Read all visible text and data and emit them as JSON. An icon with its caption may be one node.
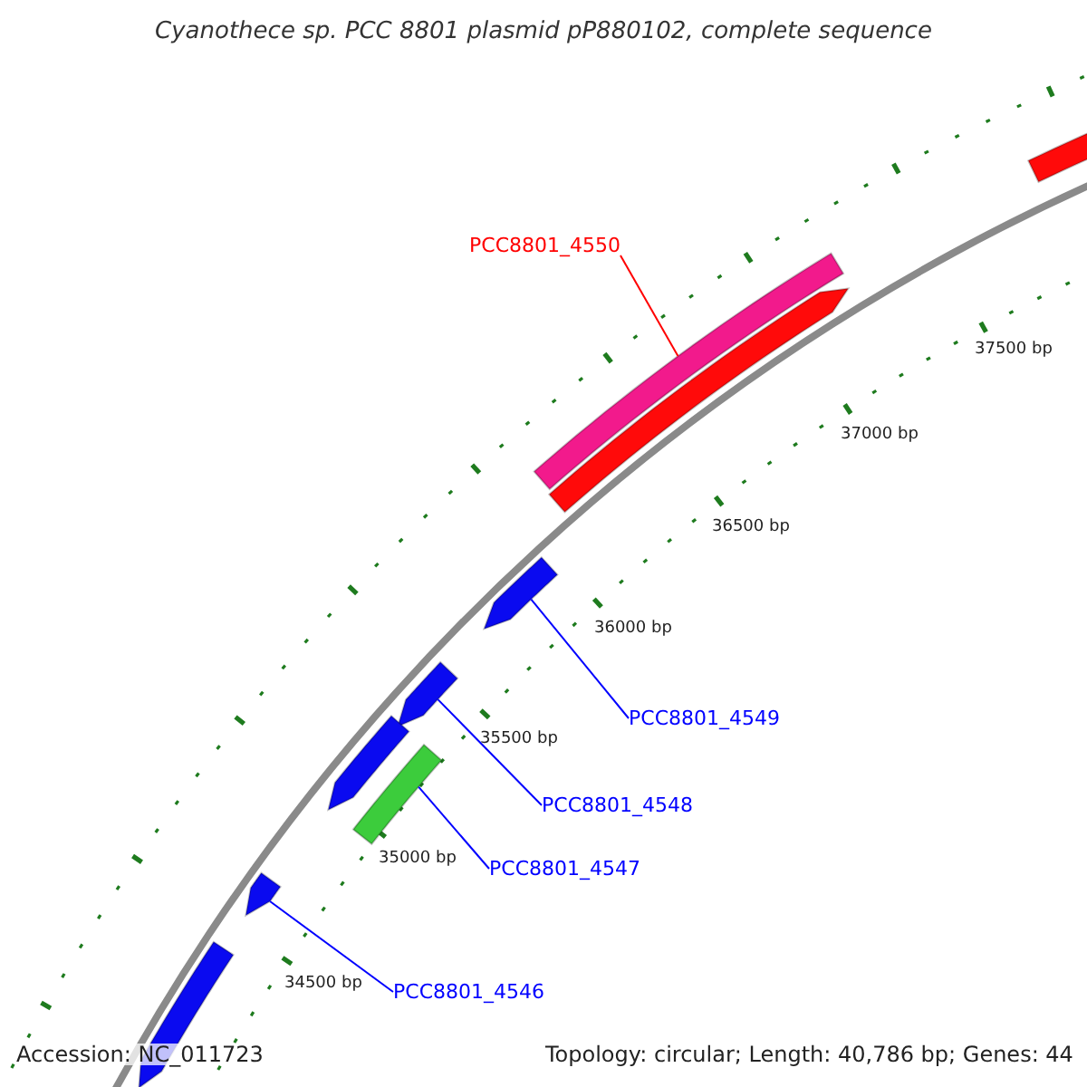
{
  "diagram": {
    "title": "Cyanothece sp. PCC 8801 plasmid pP880102, complete sequence",
    "nodes": [
      {
        "text": [
          "PCC8801_4550"
        ]
      },
      {
        "text": [],
        "shape": "arrow"
      },
      {
        "text": [
          "PCC8801_4549"
        ]
      },
      {
        "text": [],
        "shape": "arrow"
      },
      {
        "text": [
          "PCC8801_4548"
        ]
      },
      {
        "text": [],
        "shape": "arrow"
      },
      {
        "text": [
          "PCC8801_4547"
        ]
      },
      {
        "text": [],
        "shape": "arrow"
      },
      {
        "text": [
          "PCC8801_4546"
        ]
      },
      {
        "text": [],
        "shape": "arrow"
      },
      {
        "text": [],
        "shape": "arrow"
      },
      {
        "text": [],
        "shape": "arrow"
      },
      {
        "text": [],
        "shape": "arrow"
      },
      {
        "text": [],
        "shape": "arrow"
      }
    ],
    "edges": [
      {
        "from": 0,
        "to": 1,
        "arrow": "none",
        "color": "#ff0000"
      },
      {
        "from": 2,
        "to": 3,
        "arrow": "none"
      },
      {
        "from": 4,
        "to": 5,
        "arrow": "none"
      },
      {
        "from": 6,
        "to": 7,
        "arrow": "none"
      },
      {
        "from": 8,
        "to": 9,
        "arrow": "none"
      }
    ],
    "labels": [
      "37500 bp",
      "37000 bp",
      "36500 bp",
      "36000 bp",
      "35500 bp",
      "35000 bp",
      "34500 bp",
      "Accession: NC_011723",
      "Topology: circular; Length: 40,786 bp; Genes: 44"
    ]
  }
}
